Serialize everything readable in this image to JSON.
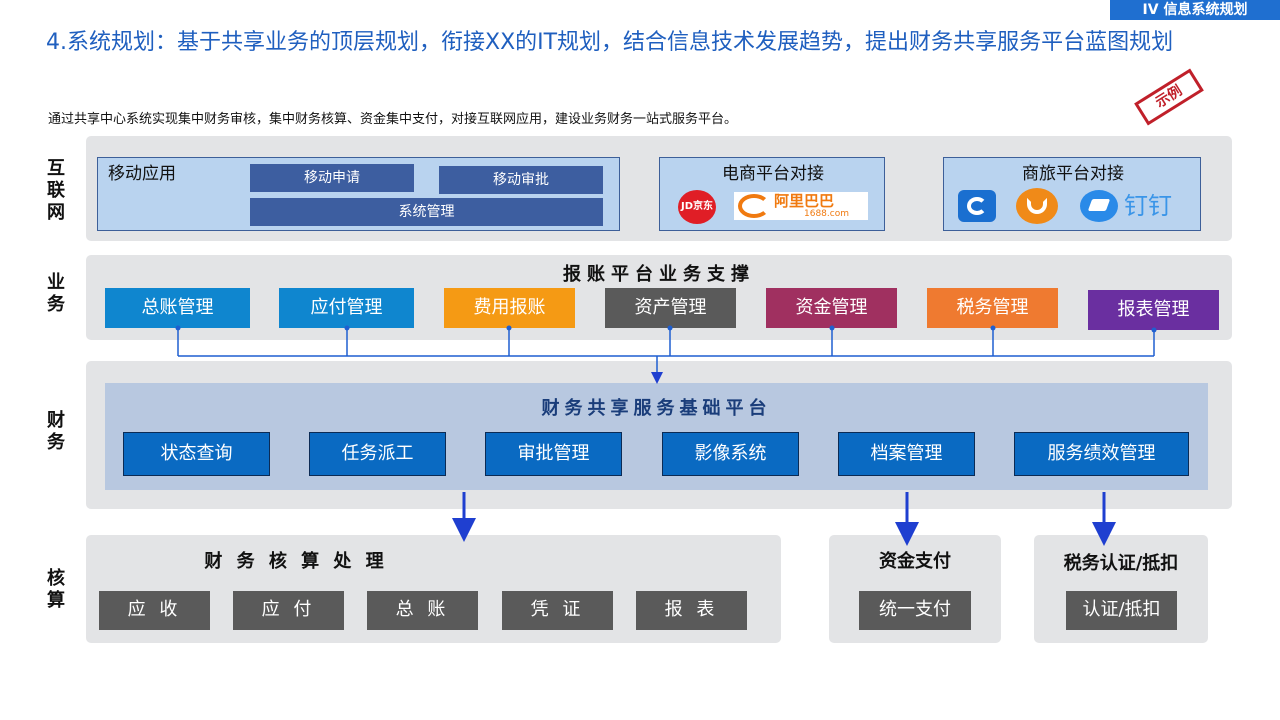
{
  "header": {
    "tag": "IV 信息系统规划",
    "title": "4.系统规划：基于共享业务的顶层规划，衔接XX的IT规划，结合信息技术发展趋势，提出财务共享服务平台蓝图规划",
    "subtitle": "通过共享中心系统实现集中财务审核，集中财务核算、资金集中支付，对接互联网应用，建设业务财务一站式服务平台。",
    "stamp": "示例"
  },
  "rows": {
    "internet": "互\n联\n网",
    "business": "业\n务",
    "finance": "财\n务",
    "accounting": "核\n算"
  },
  "internet": {
    "mobile": {
      "title": "移动应用",
      "items": [
        "移动申请",
        "移动审批",
        "系统管理"
      ]
    },
    "ecommerce": {
      "title": "电商平台对接",
      "logos": [
        "JD京东",
        "阿里巴巴",
        "1688.com"
      ]
    },
    "travel": {
      "title": "商旅平台对接",
      "logos": [
        "ctrip-logo",
        "didi-logo",
        "钉钉"
      ]
    }
  },
  "business": {
    "title": "报账平台业务支撑",
    "items": [
      {
        "label": "总账管理",
        "color": "#0f86cf"
      },
      {
        "label": "应付管理",
        "color": "#0f86cf"
      },
      {
        "label": "费用报账",
        "color": "#f59a14"
      },
      {
        "label": "资产管理",
        "color": "#5a5a5a"
      },
      {
        "label": "资金管理",
        "color": "#a03060"
      },
      {
        "label": "税务管理",
        "color": "#ef7a30"
      },
      {
        "label": "报表管理",
        "color": "#6a2fa0"
      }
    ]
  },
  "finance": {
    "title": "财务共享服务基础平台",
    "items": [
      "状态查询",
      "任务派工",
      "审批管理",
      "影像系统",
      "档案管理",
      "服务绩效管理"
    ]
  },
  "accounting": {
    "core": {
      "title": "财 务 核 算 处 理",
      "items": [
        "应 收",
        "应 付",
        "总 账",
        "凭 证",
        "报 表"
      ]
    },
    "payment": {
      "title": "资金支付",
      "item": "统一支付"
    },
    "tax": {
      "title": "税务认证/抵扣",
      "item": "认证/抵扣"
    }
  },
  "colors": {
    "accent": "#1f6fd0",
    "connector": "#1f5fd0"
  }
}
